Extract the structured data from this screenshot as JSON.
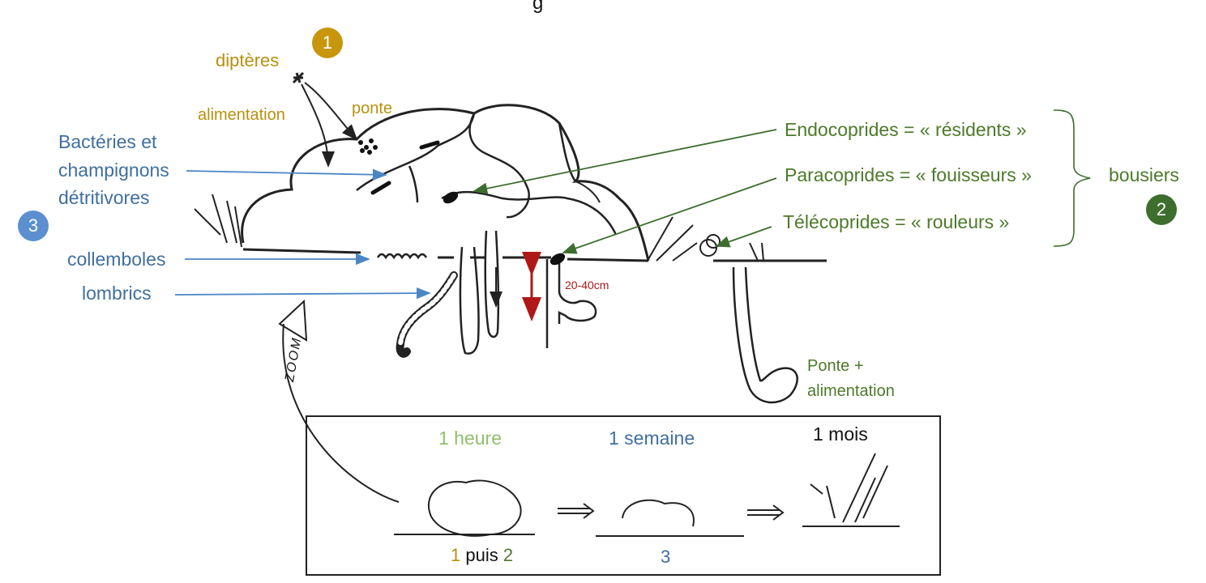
{
  "top_partial_text": "g",
  "labels": {
    "dipteres": "diptères",
    "alimentation": "alimentation",
    "ponte": "ponte",
    "bacteries_1": "Bactéries et",
    "bacteries_2": "champignons",
    "bacteries_3": "détritivores",
    "collemboles": "collemboles",
    "lombrics": "lombrics",
    "endocoprides": "Endocoprides = « résidents »",
    "paracoprides": "Paracoprides = « fouisseurs »",
    "telecoprides": "Télécoprides = « rouleurs »",
    "bousiers": "bousiers",
    "depth": "20-40cm",
    "ponte_alim_1": "Ponte +",
    "ponte_alim_2": "alimentation",
    "zoom": "ZOOM"
  },
  "badges": {
    "one": "1",
    "two": "2",
    "three": "3"
  },
  "timeline": {
    "heure": "1 heure",
    "semaine": "1 semaine",
    "mois": "1 mois",
    "step_1": "1",
    "puis": "puis",
    "step_2": "2",
    "step_3": "3"
  },
  "colors": {
    "gold": "#c8960c",
    "blue": "#3f6f9f",
    "badge_blue": "#5b8fcf",
    "green": "#4d7a2a",
    "badge_green": "#3d6e2e",
    "red": "#b01818",
    "light_green": "#8fbf6a"
  }
}
